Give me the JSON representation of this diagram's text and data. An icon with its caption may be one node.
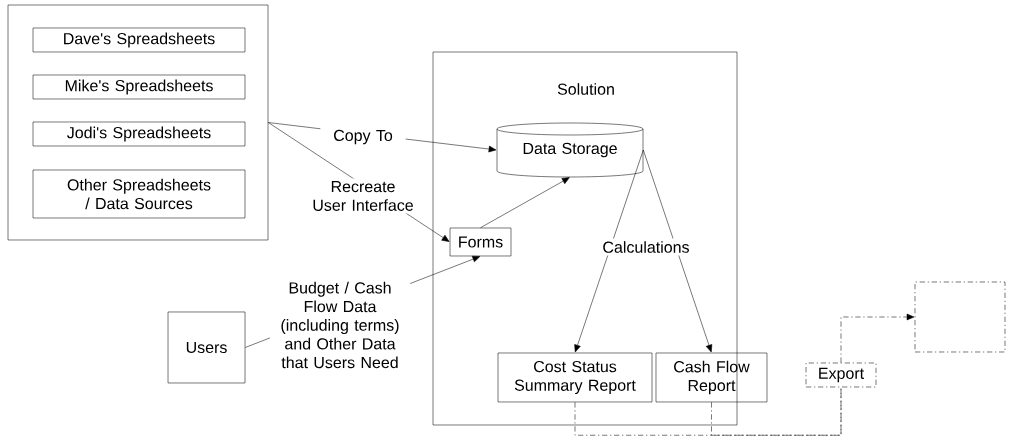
{
  "diagram": {
    "nodes": [
      {
        "text": [],
        "shape": "box"
      },
      {
        "text": [
          "Dave's Spreadsheets"
        ],
        "in": 0
      },
      {
        "text": [
          "Mike's Spreadsheets"
        ],
        "in": 0
      },
      {
        "text": [
          "Jodi's Spreadsheets"
        ],
        "in": 0
      },
      {
        "text": [
          "Other Spreadsheets / Data Sources"
        ],
        "in": 0
      },
      {
        "text": [
          "Solution"
        ]
      },
      {
        "text": [
          "Data Storage"
        ],
        "in": 5
      },
      {
        "text": [
          "Forms"
        ],
        "in": 5
      },
      {
        "text": [
          "Cost Status Summary Report"
        ],
        "in": 5
      },
      {
        "text": [
          "Cash Flow Report"
        ]
      },
      {
        "text": [
          "Users"
        ]
      },
      {
        "text": [
          "Export"
        ]
      },
      {
        "text": [],
        "shape": "box"
      }
    ],
    "edges": [
      {
        "from": 0,
        "to": 6,
        "arrow": "to",
        "label": "Copy To"
      },
      {
        "from": 0,
        "to": 7,
        "arrow": "to",
        "label": "Recreate User Interface"
      },
      {
        "from": 10,
        "to": 7,
        "arrow": "to",
        "label": "Budget / Cash Flow Data (including terms) and Other Data that Users Need"
      },
      {
        "from": 7,
        "to": 6,
        "arrow": "to"
      },
      {
        "from": 6,
        "to": 8,
        "arrow": "to"
      },
      {
        "from": 6,
        "to": 9,
        "arrow": "to"
      },
      {
        "from": 8,
        "to": 11,
        "arrow": "none",
        "style": "dashed"
      },
      {
        "from": 9,
        "to": 11,
        "arrow": "none",
        "style": "dashed"
      },
      {
        "from": 11,
        "to": 12,
        "arrow": "to",
        "style": "dashed"
      }
    ],
    "labels": [
      "Calculations"
    ]
  }
}
